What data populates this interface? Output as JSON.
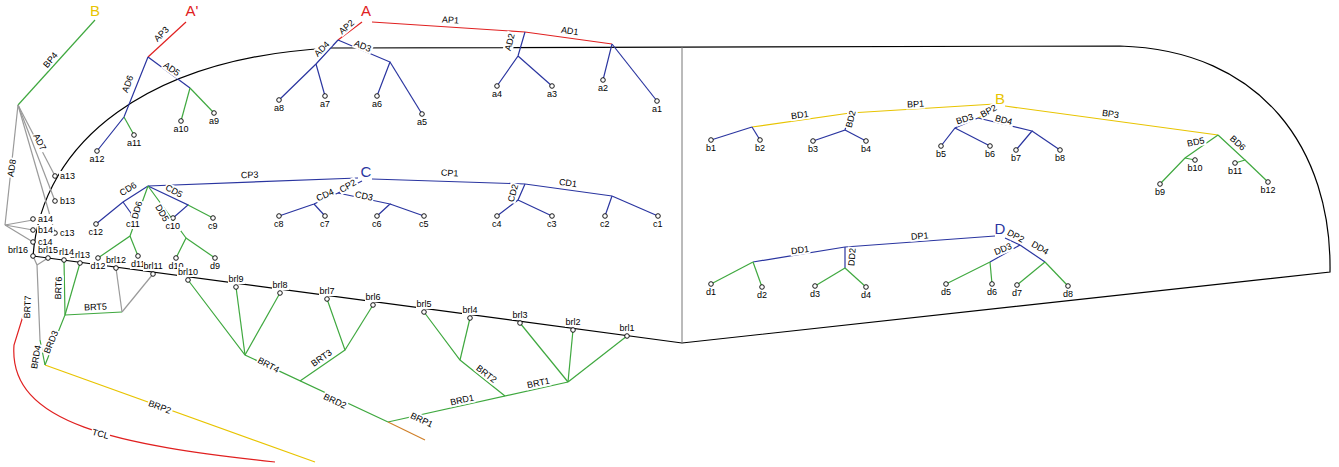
{
  "diagram": {
    "labels": [
      "B",
      "A'",
      "A",
      "B",
      "C",
      "D",
      "AP1",
      "AD1",
      "AP2",
      "AD4",
      "AD3",
      "AD2",
      "AP3",
      "AD5",
      "AD6",
      "BP4",
      "AD7",
      "AD8",
      "CP1",
      "CD1",
      "CP2",
      "CD4",
      "CD3",
      "CD2",
      "CP3",
      "CD6",
      "CD5",
      "DD6",
      "DD5",
      "BRT1",
      "BRT2",
      "BRD1",
      "BRD2",
      "BRT3",
      "BRT4",
      "BRP1",
      "BRT5",
      "BRT6",
      "BRD3",
      "BRD4",
      "BRT7",
      "BRP2",
      "TCL",
      "BP1",
      "BD1",
      "BD2",
      "BP2",
      "BD3",
      "BD4",
      "BP3",
      "BD5",
      "BD6",
      "DP1",
      "DD1",
      "DD2",
      "DP2",
      "DD3",
      "DD4",
      "a1",
      "a2",
      "a3",
      "a4",
      "a5",
      "a6",
      "a7",
      "a8",
      "a9",
      "a10",
      "a11",
      "a12",
      "a13",
      "b13",
      "c13",
      "a14",
      "b14",
      "c14",
      "c1",
      "c2",
      "c3",
      "c4",
      "c5",
      "c6",
      "c7",
      "c8",
      "c9",
      "c10",
      "c11",
      "c12",
      "d9",
      "d10",
      "d11",
      "d12",
      "brl1",
      "brl2",
      "brl3",
      "brl4",
      "brl5",
      "brl6",
      "brl7",
      "brl8",
      "brl9",
      "brl10",
      "brl11",
      "brl12",
      "brl13",
      "brl14",
      "brl15",
      "brl16",
      "b1",
      "b2",
      "b3",
      "b4",
      "b5",
      "b6",
      "b7",
      "b8",
      "b9",
      "b10",
      "b11",
      "b12",
      "d1",
      "d2",
      "d3",
      "d4",
      "d5",
      "d6",
      "d7",
      "d8"
    ]
  }
}
